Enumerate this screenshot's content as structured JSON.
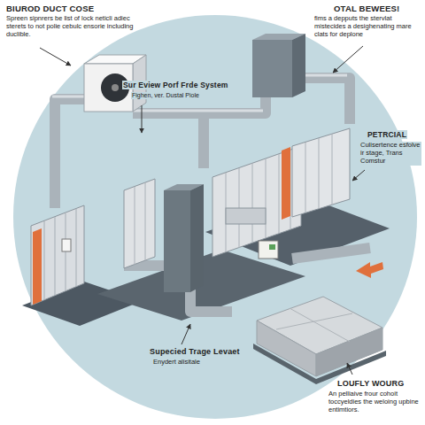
{
  "diagram": {
    "labels": [
      "BIUROD DUCT COSE",
      "Spreen sipnrers be list of lock neticli adiec sterets to not polie cebulc ensorie including duclible.",
      "OTAL BEWEES!",
      "fims a depputs the stervlat mistecides a desighenating mare clats for deplone",
      "Sur Eview Porf Frde System",
      "Fighen, ver. Dustal Piole",
      "PETRCIAL",
      "Culisertence esfolve ir stage, Trans Comstur",
      "Supecied Trage Levaet",
      "Enydert alisitale",
      "LOUFLY WOURG",
      "An pelliaive frour cohoit toccyeldies the weloing upbine entimtiors."
    ]
  }
}
